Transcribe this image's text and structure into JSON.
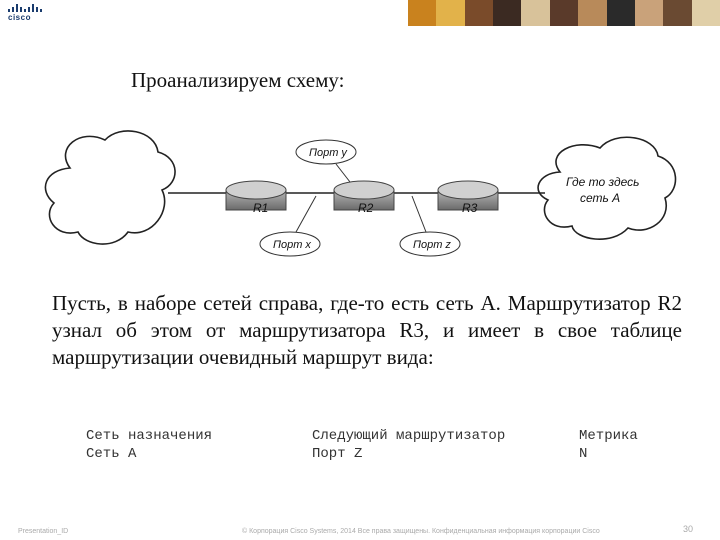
{
  "brand": {
    "logo_text": "cisco",
    "accent": "#1a3c6e"
  },
  "header": {
    "photo_colors": [
      "#c9821e",
      "#e2b24a",
      "#7a4b2a",
      "#3b2a22",
      "#d8c29a",
      "#5a3a2a",
      "#b88a5a",
      "#2a2a2a",
      "#c9a27a",
      "#6a4a32",
      "#e0cfa8"
    ]
  },
  "slide": {
    "title": "Проанализируем схему:",
    "paragraph": "Пусть, в наборе сетей справа, где-то есть сеть А. Маршрутизатор R2 узнал об этом от маршрутизатора R3, и имеет в свое таблице маршрутизации очевидный маршрут вида:"
  },
  "diagram": {
    "routers": [
      "R1",
      "R2",
      "R3"
    ],
    "port_y": "Порт y",
    "port_x": "Порт x",
    "port_z": "Порт z",
    "right_cloud_line1": "Где то здесь",
    "right_cloud_line2": "сеть А"
  },
  "route_table": {
    "headers": [
      "Сеть назначения",
      "Следующий маршрутизатор",
      "Метрика"
    ],
    "row": [
      "Сеть А",
      "Порт Z",
      "N"
    ]
  },
  "footer": {
    "presentation_id": "Presentation_ID",
    "copyright": "© Корпорация Cisco Systems, 2014 Все права защищены.    Конфиденциальная информация корпорации Cisco",
    "page_number": "30"
  }
}
